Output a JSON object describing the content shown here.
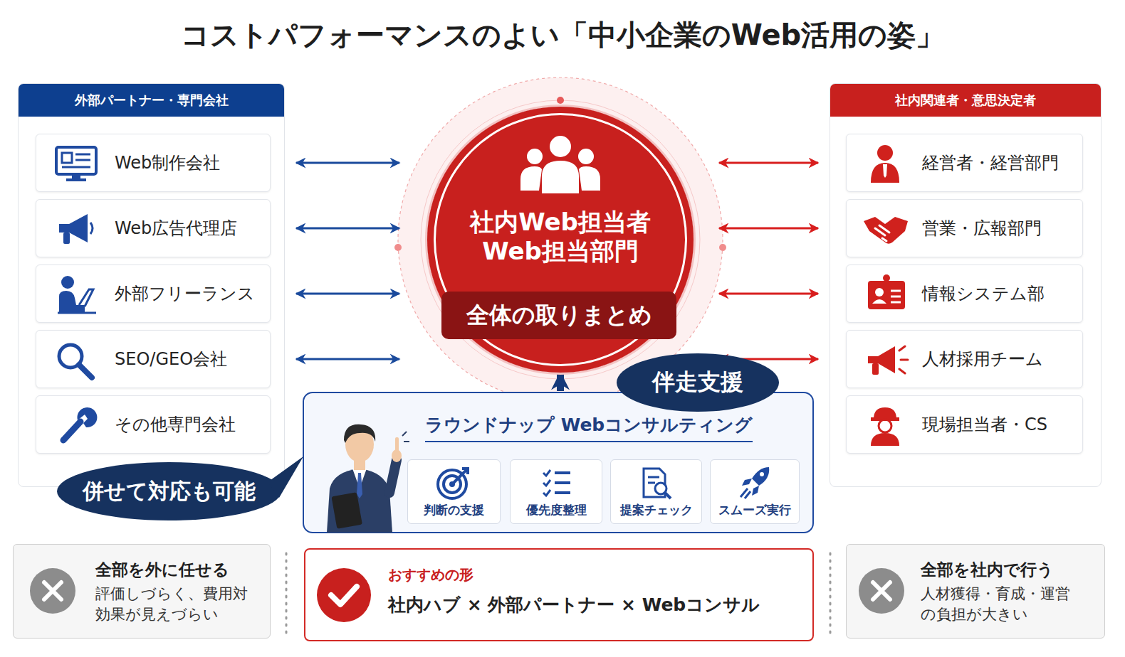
{
  "diagram": {
    "title": "コストパフォーマンスのよい「中小企業のWeb活用の姿」",
    "nodes": [
      {
        "text": [
          "外部パートナー・専門会社"
        ]
      },
      {
        "text": [
          "Web制作会社"
        ],
        "in": 0
      },
      {
        "text": [
          "Web広告代理店"
        ],
        "in": 0
      },
      {
        "text": [
          "外部フリーランス"
        ],
        "in": 0
      },
      {
        "text": [
          "SEO/GEO会社"
        ],
        "in": 0
      },
      {
        "text": [
          "その他専門会社"
        ],
        "in": 0
      },
      {
        "text": [
          "社内Web担当者 Web担当部門"
        ]
      },
      {
        "text": [
          "全体の取りまとめ"
        ],
        "in": 6
      },
      {
        "text": [
          "社内関連者・意思決定者"
        ]
      },
      {
        "text": [
          "経営者・経営部門"
        ],
        "in": 8
      },
      {
        "text": [
          "営業・広報部門"
        ],
        "in": 8
      },
      {
        "text": [
          "情報システム部"
        ],
        "in": 8
      },
      {
        "text": [
          "人材採用チーム"
        ],
        "in": 8
      },
      {
        "text": [
          "現場担当者・CS"
        ],
        "in": 8
      },
      {
        "text": [
          "ラウンドナップ Webコンサルティング"
        ]
      },
      {
        "text": [
          "判断の支援"
        ],
        "in": 14
      },
      {
        "text": [
          "優先度整理"
        ],
        "in": 14
      },
      {
        "text": [
          "提案チェック"
        ],
        "in": 14
      },
      {
        "text": [
          "スムーズ実行"
        ],
        "in": 14
      },
      {
        "text": [
          "伴走支援"
        ]
      },
      {
        "text": [
          "併せて対応も可能"
        ]
      },
      {
        "text": [
          "全部を外に任せる",
          "評価しづらく、費用対効果が見えづらい"
        ]
      },
      {
        "text": [
          "おすすめの形",
          "社内ハブ × 外部パートナー × Webコンサル"
        ]
      },
      {
        "text": [
          "全部を社内で行う",
          "人材獲得・育成・運営の負担が大きい"
        ]
      }
    ],
    "edges": [
      {
        "from": 1,
        "to": 6,
        "arrow": "both"
      },
      {
        "from": 2,
        "to": 6,
        "arrow": "both"
      },
      {
        "from": 3,
        "to": 6,
        "arrow": "both"
      },
      {
        "from": 4,
        "to": 6,
        "arrow": "both"
      },
      {
        "from": 6,
        "to": 9,
        "arrow": "both"
      },
      {
        "from": 6,
        "to": 10,
        "arrow": "both"
      },
      {
        "from": 6,
        "to": 11,
        "arrow": "both"
      },
      {
        "from": 6,
        "to": 12,
        "arrow": "both"
      },
      {
        "from": 14,
        "to": 6,
        "arrow": "to"
      }
    ]
  }
}
